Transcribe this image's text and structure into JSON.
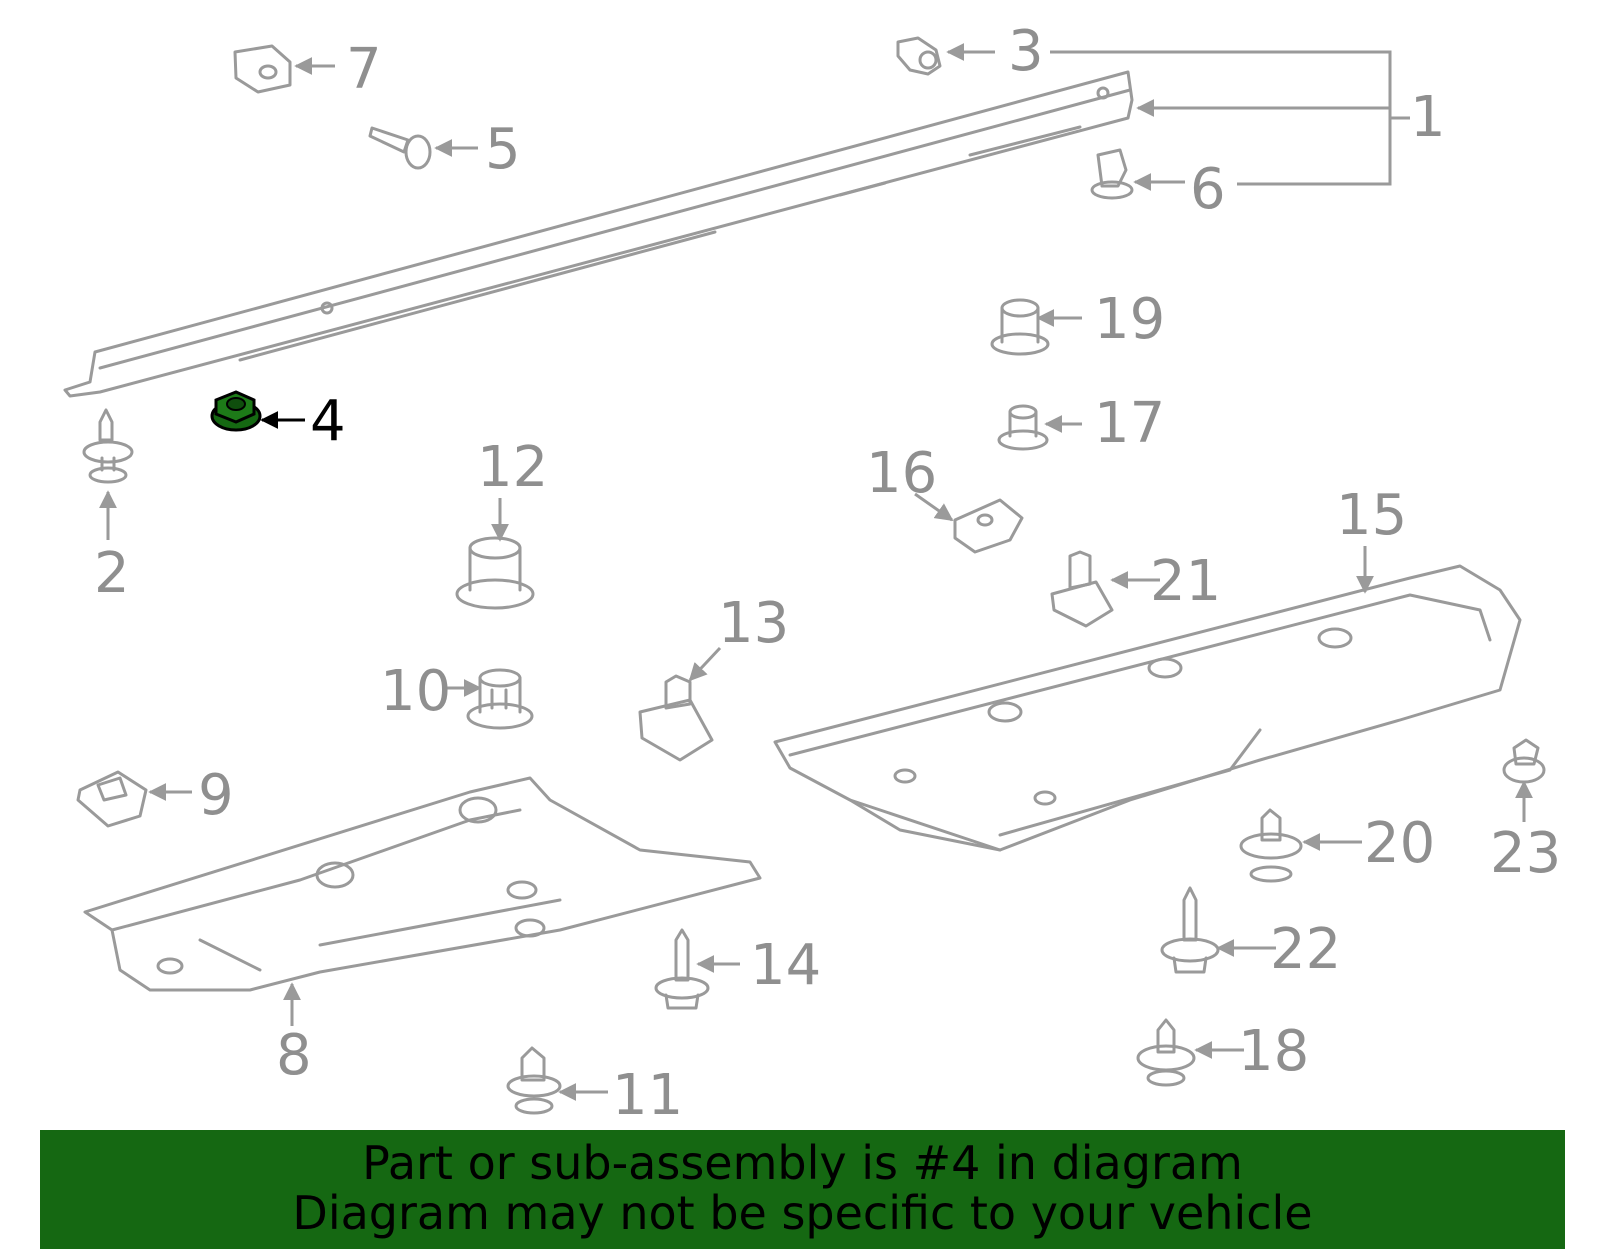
{
  "diagram": {
    "callouts": [
      {
        "id": "1",
        "label": "1"
      },
      {
        "id": "2",
        "label": "2"
      },
      {
        "id": "3",
        "label": "3"
      },
      {
        "id": "4",
        "label": "4"
      },
      {
        "id": "5",
        "label": "5"
      },
      {
        "id": "6",
        "label": "6"
      },
      {
        "id": "7",
        "label": "7"
      },
      {
        "id": "8",
        "label": "8"
      },
      {
        "id": "9",
        "label": "9"
      },
      {
        "id": "10",
        "label": "10"
      },
      {
        "id": "11",
        "label": "11"
      },
      {
        "id": "12",
        "label": "12"
      },
      {
        "id": "13",
        "label": "13"
      },
      {
        "id": "14",
        "label": "14"
      },
      {
        "id": "15",
        "label": "15"
      },
      {
        "id": "16",
        "label": "16"
      },
      {
        "id": "17",
        "label": "17"
      },
      {
        "id": "18",
        "label": "18"
      },
      {
        "id": "19",
        "label": "19"
      },
      {
        "id": "20",
        "label": "20"
      },
      {
        "id": "21",
        "label": "21"
      },
      {
        "id": "22",
        "label": "22"
      },
      {
        "id": "23",
        "label": "23"
      }
    ],
    "highlighted_part": "4",
    "highlight_color": "#156812"
  },
  "banner": {
    "line1": "Part or sub-assembly is #4 in diagram",
    "line2": "Diagram may not be specific to your vehicle",
    "background": "#156812"
  }
}
